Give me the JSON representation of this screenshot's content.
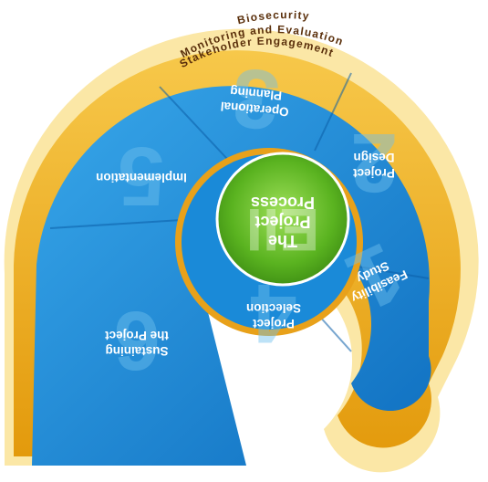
{
  "outer_rings": {
    "ring_1": "Biosecurity",
    "ring_2": "Monitoring and Evaluation",
    "ring_3": "Stakeholder Engagement"
  },
  "center": {
    "line1": "The",
    "line2": "Project",
    "line3": "Process",
    "badge": "EII"
  },
  "stages": [
    {
      "number": "1",
      "line1": "Feasibility",
      "line2": "Study"
    },
    {
      "number": "2",
      "line1": "Project",
      "line2": "Design"
    },
    {
      "number": "3",
      "line1": "Operational",
      "line2": "Planning"
    },
    {
      "number": "4",
      "line1": "Project",
      "line2": "Selection"
    },
    {
      "number": "5",
      "line1": "Implementation",
      "line2": ""
    },
    {
      "number": "6",
      "line1": "Sustaining",
      "line2": "the Project"
    }
  ],
  "colors": {
    "ring_gold": "#f2b51f",
    "ring_light": "#fbe7a6",
    "blue_main": "#1a8ad8",
    "blue_dark": "#0b62b0",
    "green_center": "#6cbf2a",
    "stage_text": "#ffffff",
    "ring_text": "#5a2f0b"
  }
}
